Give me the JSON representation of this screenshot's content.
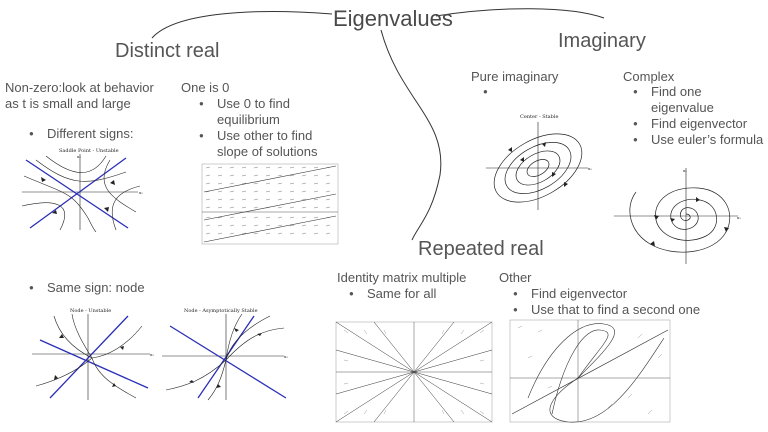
{
  "title": "Eigenvalues",
  "branches": {
    "distinct_real": {
      "heading": "Distinct real",
      "nonzero": {
        "text": "Non-zero:look at behavior as t is small and large",
        "bullets": [
          "Different signs:"
        ],
        "plot_title": "Saddle Point - Unstable",
        "same_sign": "Same sign: node",
        "node1_title": "Node - Unstable",
        "node2_title": "Node - Asymptotically Stable"
      },
      "zero": {
        "text": "One is 0",
        "bullets": [
          "Use 0 to find equilibrium",
          "Use other to find slope of solutions"
        ]
      }
    },
    "imaginary": {
      "heading": "Imaginary",
      "pure": {
        "text": "Pure imaginary",
        "plot_title": "Center - Stable"
      },
      "complex": {
        "text": "Complex",
        "bullets": [
          "Find one eigenvalue",
          "Find eigenvector",
          "Use euler’s formula"
        ]
      }
    },
    "repeated_real": {
      "heading": "Repeated real",
      "identity": {
        "text": "Identity matrix multiple",
        "bullets": [
          "Same for all"
        ]
      },
      "other": {
        "text": "Other",
        "bullets": [
          "Find eigenvector",
          "Use that to find a second one"
        ]
      }
    }
  },
  "axis_labels": {
    "x": "x₁",
    "y": "x₂"
  },
  "colors": {
    "eigenline": "#2a2fb8",
    "curve": "#222222",
    "connector": "#333333"
  }
}
